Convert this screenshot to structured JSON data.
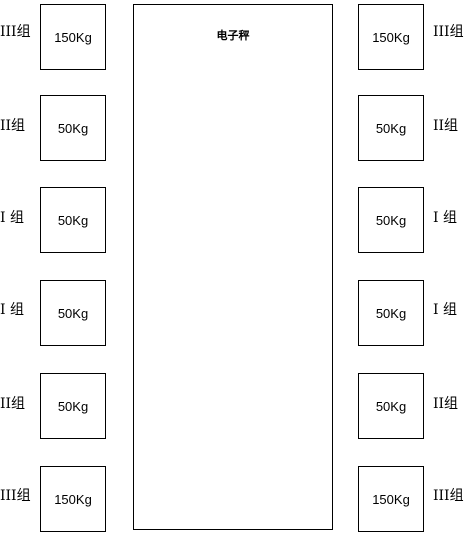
{
  "scale": {
    "label": "电子秤"
  },
  "left": [
    {
      "group": "III组",
      "weight": "150Kg"
    },
    {
      "group": "II组",
      "weight": "50Kg"
    },
    {
      "group": "I 组",
      "weight": "50Kg"
    },
    {
      "group": "I 组",
      "weight": "50Kg"
    },
    {
      "group": "II组",
      "weight": "50Kg"
    },
    {
      "group": "III组",
      "weight": "150Kg"
    }
  ],
  "right": [
    {
      "group": "III组",
      "weight": "150Kg"
    },
    {
      "group": "II组",
      "weight": "50Kg"
    },
    {
      "group": "I 组",
      "weight": "50Kg"
    },
    {
      "group": "I 组",
      "weight": "50Kg"
    },
    {
      "group": "II组",
      "weight": "50Kg"
    },
    {
      "group": "III组",
      "weight": "150Kg"
    }
  ]
}
